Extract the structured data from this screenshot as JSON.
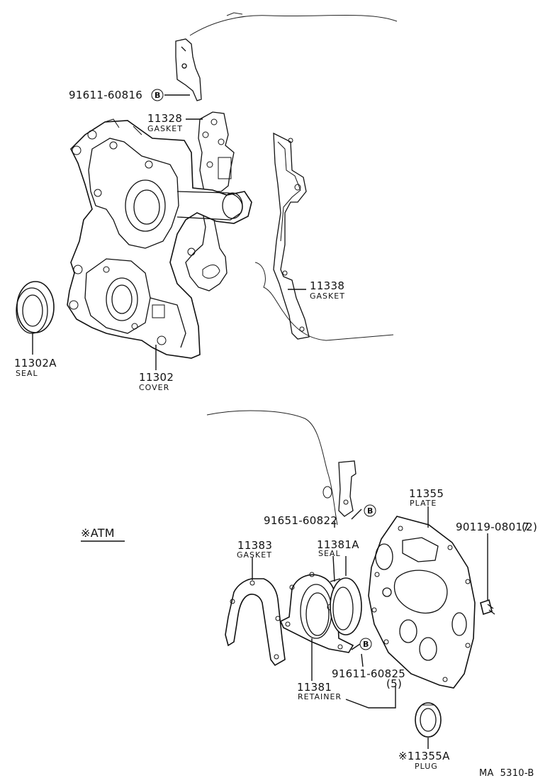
{
  "top": {
    "bolt_b": {
      "number": "91611-60816",
      "symbol": "B"
    },
    "gasket_11328": {
      "number": "11328",
      "name": "GASKET"
    },
    "gasket_11338": {
      "number": "11338",
      "name": "GASKET"
    },
    "seal_11302a": {
      "number": "11302A",
      "name": "SEAL"
    },
    "cover_11302": {
      "number": "11302",
      "name": "COVER"
    }
  },
  "bottom": {
    "atm_note": "※ATM",
    "bolt_91651": {
      "number": "91651-60822",
      "symbol": "B"
    },
    "plate_11355": {
      "number": "11355",
      "name": "PLATE"
    },
    "bolt_90119": {
      "number": "90119-08017",
      "qty": "(2)"
    },
    "gasket_11383": {
      "number": "11383",
      "name": "GASKET"
    },
    "seal_11381a": {
      "number": "11381A",
      "name": "SEAL"
    },
    "bolt_91611": {
      "number": "91611-60825",
      "qty": "(5)",
      "symbol": "B"
    },
    "retainer_11381": {
      "number": "11381",
      "name": "RETAINER"
    },
    "plug_11355a": {
      "number": "※11355A",
      "name": "PLUG"
    }
  },
  "footer": {
    "code": "MA  5310-B"
  }
}
